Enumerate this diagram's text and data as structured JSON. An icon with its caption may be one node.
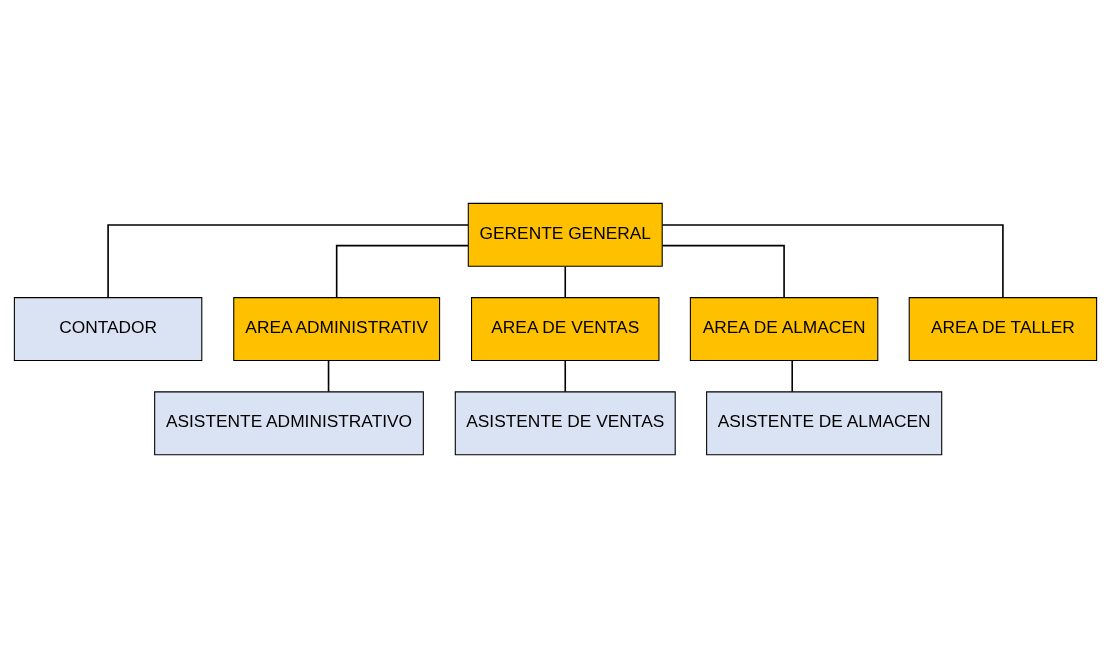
{
  "diagram": {
    "nodes": [
      {
        "text": [
          "GERENTE GENERAL"
        ]
      },
      {
        "text": [
          "CONTADOR"
        ]
      },
      {
        "text": [
          "AREA ADMINISTRATIV"
        ]
      },
      {
        "text": [
          "AREA DE VENTAS"
        ]
      },
      {
        "text": [
          "AREA DE ALMACEN"
        ]
      },
      {
        "text": [
          "AREA DE TALLER"
        ]
      },
      {
        "text": [
          "ASISTENTE ADMINISTRATIVO"
        ]
      },
      {
        "text": [
          "ASISTENTE DE VENTAS"
        ]
      },
      {
        "text": [
          "ASISTENTE DE ALMACEN"
        ]
      }
    ],
    "edges": [
      {
        "from": 0,
        "to": 1,
        "arrow": "none"
      },
      {
        "from": 0,
        "to": 2,
        "arrow": "none"
      },
      {
        "from": 0,
        "to": 3,
        "arrow": "none"
      },
      {
        "from": 0,
        "to": 4,
        "arrow": "none"
      },
      {
        "from": 0,
        "to": 5,
        "arrow": "none"
      },
      {
        "from": 2,
        "to": 6,
        "arrow": "none"
      },
      {
        "from": 3,
        "to": 7,
        "arrow": "none"
      },
      {
        "from": 4,
        "to": 8,
        "arrow": "none"
      }
    ]
  }
}
